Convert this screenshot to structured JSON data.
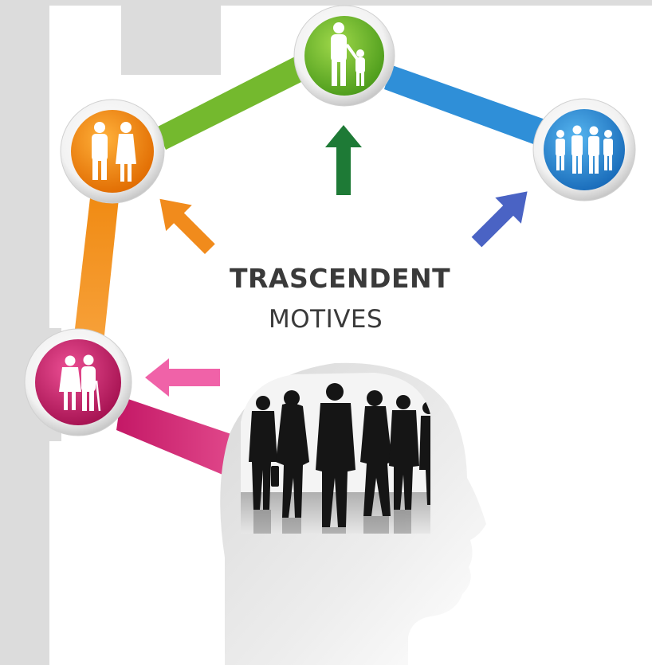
{
  "title": {
    "line1": "TRASCENDENT",
    "line2": "MOTIVES"
  },
  "colors": {
    "top_green": "#6fb82c",
    "right_blue": "#2f8fd8",
    "left_orange": "#f08a12",
    "bottom_magenta": "#d0256e",
    "arrow_green": "#1e7a36",
    "arrow_orange": "#f18b1c",
    "arrow_blue": "#4a63c4",
    "arrow_pink": "#f062a8",
    "gray_background": "#dcdcdc",
    "title_text": "#3a3a3a"
  },
  "nodes": [
    {
      "id": "top",
      "color": "top_green",
      "icon": "parent-child-icon"
    },
    {
      "id": "right",
      "color": "right_blue",
      "icon": "group-of-people-icon"
    },
    {
      "id": "left",
      "color": "left_orange",
      "icon": "couple-icon"
    },
    {
      "id": "bottom",
      "color": "bottom_magenta",
      "icon": "elderly-couple-icon"
    }
  ],
  "center_image": {
    "icon": "head-with-crowd-silhouettes-icon"
  }
}
